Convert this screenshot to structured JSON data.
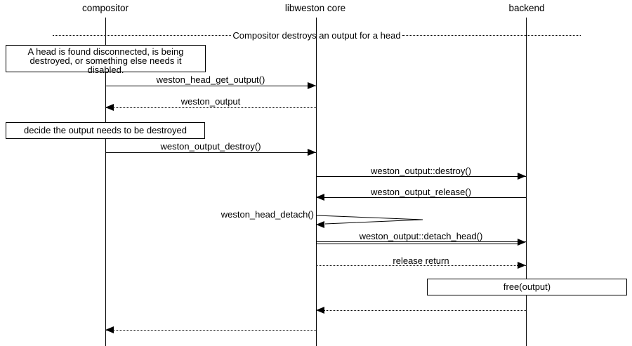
{
  "diagram": {
    "divider_text": "Compositor destroys an output for a head",
    "actors": [
      {
        "name": "compositor"
      },
      {
        "name": "libweston core"
      },
      {
        "name": "backend"
      }
    ],
    "note_disconnected": {
      "lines": [
        "A head is found disconnected, is being",
        "destroyed, or something else needs it",
        "disabled."
      ]
    },
    "note_decide": "decide the output needs to be destroyed",
    "free_box_label": "free(output)",
    "messages": {
      "head_get_output": "weston_head_get_output()",
      "weston_output_return": "weston_output",
      "output_destroy": "weston_output_destroy()",
      "output_destroy_vfunc": "weston_output::destroy()",
      "output_release": "weston_output_release()",
      "head_detach": "weston_head_detach()",
      "output_detach_head": "weston_output::detach_head()",
      "release_return": "release return"
    },
    "colors": {
      "line": "#000000",
      "background": "#ffffff"
    }
  }
}
